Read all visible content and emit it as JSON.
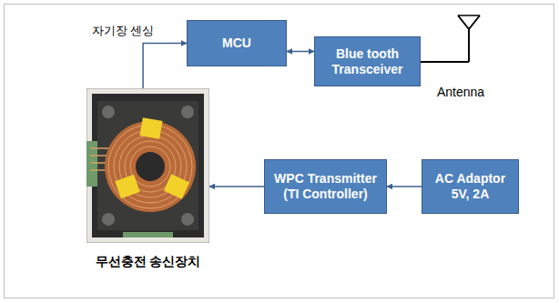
{
  "diagram": {
    "nodes": [
      {
        "text": [
          "MCU"
        ]
      },
      {
        "text": [
          "Blue tooth Transceiver"
        ]
      },
      {
        "text": [
          "무선충전 송신장치"
        ]
      },
      {
        "text": [
          "WPC Transmitter (TI Controller)"
        ]
      },
      {
        "text": [
          "AC Adaptor 5V, 2A"
        ]
      }
    ],
    "edges": [
      {
        "from": 2,
        "to": 0,
        "arrow": "to",
        "label": "자기장 센싱"
      },
      {
        "from": 0,
        "to": 1,
        "arrow": "both"
      },
      {
        "from": 4,
        "to": 3,
        "arrow": "to"
      },
      {
        "from": 3,
        "to": 2,
        "arrow": "to"
      }
    ],
    "labels": [
      "Antenna"
    ]
  }
}
